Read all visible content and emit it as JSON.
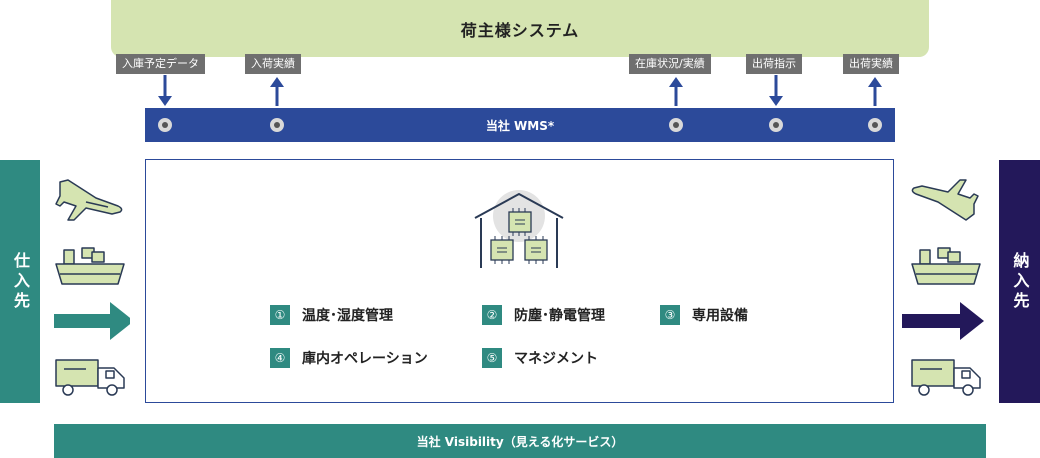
{
  "shipper_system": {
    "title": "荷主様システム"
  },
  "tags": [
    {
      "label": "入庫予定データ",
      "direction": "down"
    },
    {
      "label": "入荷実績",
      "direction": "up"
    },
    {
      "label": "在庫状況/実績",
      "direction": "up"
    },
    {
      "label": "出荷指示",
      "direction": "down"
    },
    {
      "label": "出荷実績",
      "direction": "up"
    }
  ],
  "wms": {
    "title": "当社 WMS*"
  },
  "inbound": {
    "label": "仕入先"
  },
  "outbound": {
    "label": "納入先"
  },
  "features": [
    {
      "num": "①",
      "label": "温度･湿度管理"
    },
    {
      "num": "②",
      "label": "防塵･静電管理"
    },
    {
      "num": "③",
      "label": "専用設備"
    },
    {
      "num": "④",
      "label": "庫内オペレーション"
    },
    {
      "num": "⑤",
      "label": "マネジメント"
    }
  ],
  "visibility": {
    "title": "当社 Visibility（見える化サービス）"
  },
  "icons": {
    "left": [
      "airplane-icon",
      "ship-icon",
      "arrow-right-icon",
      "truck-icon"
    ],
    "right": [
      "airplane-icon",
      "ship-icon",
      "arrow-right-icon",
      "truck-icon"
    ],
    "center": "warehouse-chip-icon"
  },
  "colors": {
    "shipper_bg": "#d5e4b1",
    "wms_blue": "#2c4a9a",
    "teal": "#2f8a81",
    "navy": "#23185a",
    "tag_gray": "#6f6f6f",
    "icon_fill": "#d5e4b1"
  }
}
